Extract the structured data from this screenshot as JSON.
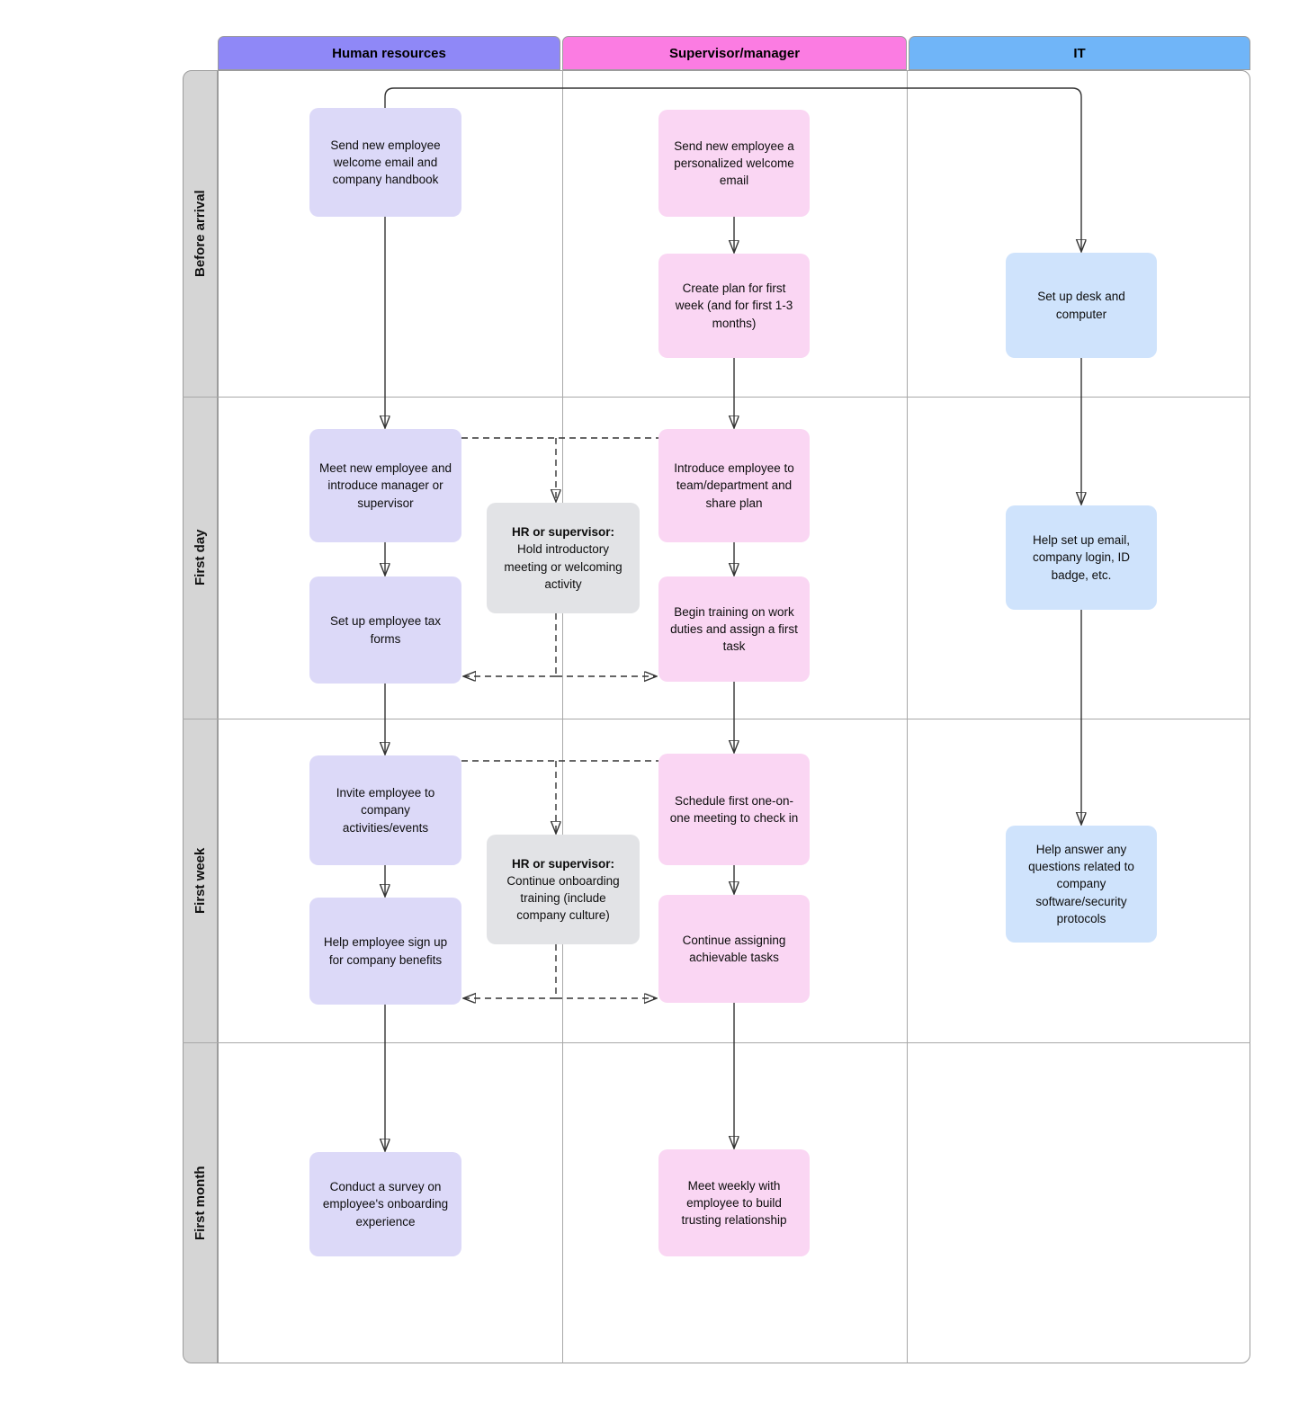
{
  "lanes": {
    "columns": [
      {
        "label": "Human resources",
        "header_color": "#8f88f7",
        "box_color": "#dcd9f8"
      },
      {
        "label": "Supervisor/manager",
        "header_color": "#fb7ce2",
        "box_color": "#fad6f3"
      },
      {
        "label": "IT",
        "header_color": "#70b5f8",
        "box_color": "#cfe3fc"
      }
    ],
    "rows": [
      {
        "label": "Before arrival"
      },
      {
        "label": "First day"
      },
      {
        "label": "First week"
      },
      {
        "label": "First month"
      }
    ]
  },
  "nodes": {
    "hr_before": {
      "text": "Send new employee welcome email and company handbook"
    },
    "hr_day_1": {
      "text": "Meet new employee and introduce manager or supervisor"
    },
    "hr_day_2": {
      "text": "Set up employee tax forms"
    },
    "hr_week_1": {
      "text": "Invite employee to company activities/events"
    },
    "hr_week_2": {
      "text": "Help employee sign up for company benefits"
    },
    "hr_month": {
      "text": "Conduct a survey on employee's onboarding experience"
    },
    "sup_before_1": {
      "text": "Send new employee a personalized welcome email"
    },
    "sup_before_2": {
      "text": "Create plan for first week (and for first 1-3 months)"
    },
    "sup_day_1": {
      "text": "Introduce employee to team/department and share plan"
    },
    "sup_day_2": {
      "text": "Begin training on work duties and assign a first task"
    },
    "sup_week_1": {
      "text": "Schedule first one-on-one meeting to check in"
    },
    "sup_week_2": {
      "text": "Continue assigning achievable tasks"
    },
    "sup_month": {
      "text": "Meet weekly with employee to build trusting relationship"
    },
    "it_before": {
      "text": "Set up desk and computer"
    },
    "it_day": {
      "text": "Help set up email, company login, ID badge, etc."
    },
    "it_week": {
      "text": "Help answer any questions related to company software/security protocols"
    },
    "shared_day": {
      "lead": "HR or supervisor:",
      "body": "Hold introductory meeting or welcoming activity"
    },
    "shared_week": {
      "lead": "HR or supervisor:",
      "body": "Continue onboarding training (include company culture)"
    }
  },
  "colors": {
    "shared_box": "#e2e3e6",
    "row_label_bg": "#d5d5d5",
    "grid_line": "#a8a8a8",
    "connector": "#333333"
  }
}
